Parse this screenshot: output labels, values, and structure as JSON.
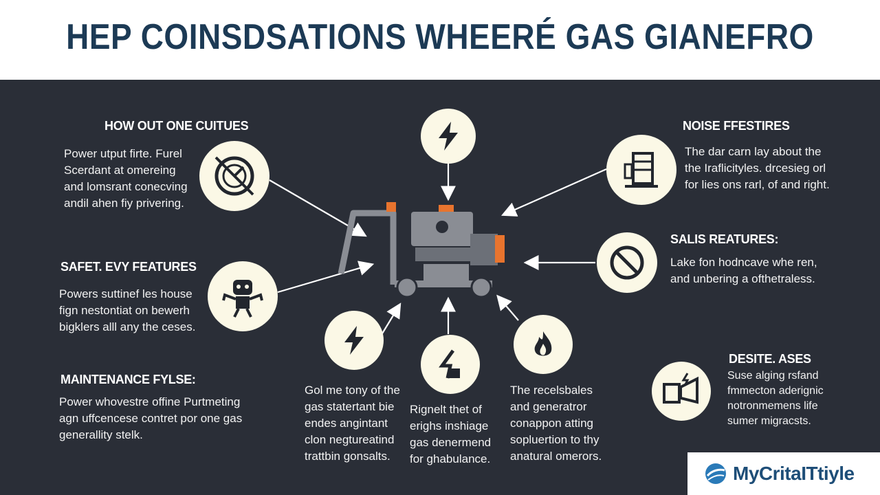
{
  "title": "HEP COINSDSATIONS WHEERÉ GAS GIANEFRO",
  "sections": {
    "how_out": {
      "heading": "HOW OUT ONE CUITUES",
      "text": "Power utput firte. Furel\nScerdant at omereing\nand lomsrant conecving\nandil ahen fiy privering.",
      "icon": "gauge-icon"
    },
    "safety": {
      "heading": "SAFET. EVY FEATURES",
      "text": "Powers suttinef les house\nfign nestontiat on bewerh\nbigklers alll any the ceses.",
      "icon": "robot-icon"
    },
    "maintenance": {
      "heading": "MAINTENANCE FYLSE:",
      "text": "Power whovestre offine Purtmeting\nagn uffcencese contret por one gas\ngenerallity stelk."
    },
    "noise": {
      "heading": "NOISE FFESTIRES",
      "text": "The dar carn lay about the\nthe Iraflicityles. drcesieg orl\nfor lies ons rarl, of and right.",
      "icon": "server-icon"
    },
    "salis": {
      "heading": "SALIS REATURES:",
      "text": "Lake fon hodncave whe ren,\nand unbering a ofthetraless.",
      "icon": "no-entry-icon"
    },
    "desite": {
      "heading": "DESITE. ASES",
      "text": "Suse alging rsfand\nfmmecton aderignic\nnotronmemens life\nsumer migracsts.",
      "icon": "appliance-icon"
    },
    "bottom_left": {
      "text": "Gol me tony of the\ngas statertant bie\nendes angintant\nclon negtureatind\ntrattbin gonsalts.",
      "icon": "lightning-icon"
    },
    "bottom_mid": {
      "text": "Rignelt thet of\nerighs inshiage\ngas denermend\nfor ghabulance.",
      "icon": "plug-icon"
    },
    "bottom_right": {
      "text": "The recelsbales\nand generatror\nconappon atting\nsopluertion to thy\nanatural omerors.",
      "icon": "flame-icon"
    },
    "top_center": {
      "icon": "lightning-icon"
    }
  },
  "logo": {
    "text": "MyCritaITtiyle"
  },
  "colors": {
    "background": "#2a2e37",
    "title": "#1c3a55",
    "icon_bg": "#fbf8e6",
    "accent": "#e8742e",
    "generator": "#8a8d94"
  }
}
